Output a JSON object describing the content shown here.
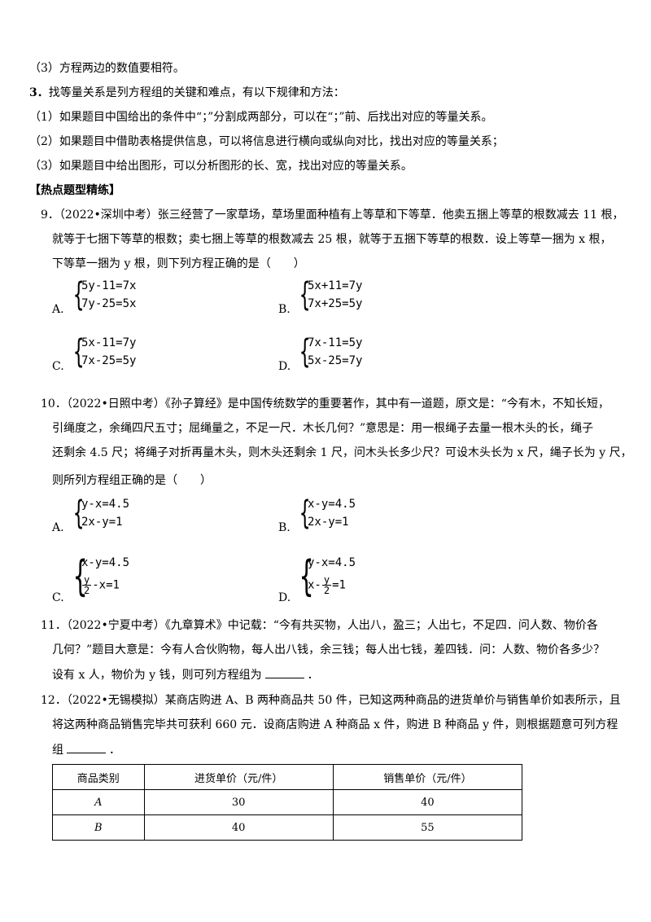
{
  "intro": {
    "line_3": "（3）方程两边的数值要相符。",
    "item3_num": "3．",
    "item3_text": "找等量关系是列方程组的关键和难点，有以下规律和方法：",
    "rule1": "（1）如果题目中国给出的条件中“；”分割成两部分，可以在“；”前、后找出对应的等量关系。",
    "rule2": "（2）如果题目中借助表格提供信息，可以将信息进行横向或纵向对比，找出对应的等量关系；",
    "rule3": "（3）如果题目中给出图形，可以分析图形的长、宽，找出对应的等量关系。",
    "section_heading": "【热点题型精练】"
  },
  "q9": {
    "number": "9．",
    "line1": "（2022•深圳中考）张三经营了一家草场，草场里面种植有上等草和下等草．他卖五捆上等草的根数减去 11 根，",
    "line2": "就等于七捆下等草的根数；卖七捆上等草的根数减去 25 根，就等于五捆下等草的根数．设上等草一捆为 x 根，",
    "line3": "下等草一捆为 y 根，则下列方程正确的是（　　）",
    "options": [
      {
        "label": "A.",
        "eq1": "5y-11=7x",
        "eq2": "7y-25=5x"
      },
      {
        "label": "B.",
        "eq1": "5x+11=7y",
        "eq2": "7x+25=5y"
      },
      {
        "label": "C.",
        "eq1": "5x-11=7y",
        "eq2": "7x-25=5y"
      },
      {
        "label": "D.",
        "eq1": "7x-11=5y",
        "eq2": "5x-25=7y"
      }
    ]
  },
  "q10": {
    "number": "10．",
    "line1": "（2022•日照中考）《孙子算经》是中国传统数学的重要著作，其中有一道题，原文是：“今有木，不知长短，",
    "line2": "引绳度之，余绳四尺五寸；屈绳量之，不足一尺．木长几何？”意思是：用一根绳子去量一根木头的长，绳子",
    "line3": "还剩余 4.5 尺；将绳子对折再量木头，则木头还剩余 1 尺，问木头长多少尺？可设木头长为 x 尺，绳子长为 y 尺，",
    "line4": "则所列方程组正确的是（　　）",
    "options": {
      "A": {
        "label": "A.",
        "eq1": "y-x=4.5",
        "eq2": "2x-y=1"
      },
      "B": {
        "label": "B.",
        "eq1": "x-y=4.5",
        "eq2": "2x-y=1"
      },
      "C": {
        "label": "C.",
        "eq1": "x-y=4.5",
        "eq2_num": "y",
        "eq2_den": "2",
        "eq2_tail": "-x=1"
      },
      "D": {
        "label": "D.",
        "eq1": "y-x=4.5",
        "eq2_head": "x-",
        "eq2_num": "y",
        "eq2_den": "2",
        "eq2_tail": "=1"
      }
    }
  },
  "q11": {
    "number": "11．",
    "line1": "（2022•宁夏中考）《九章算术》中记载：“今有共买物，人出八，盈三；人出七，不足四．问人数、物价各",
    "line2": "几何？”题目大意是：今有人合伙购物，每人出八钱，余三钱；每人出七钱，差四钱．问：人数、物价各多少？",
    "line3_pre": "设有 x 人，物价为 y 钱，则可列方程组为",
    "line3_post": "．"
  },
  "q12": {
    "number": "12．",
    "line1": "（2022•无锡模拟）某商店购进 A、B 两种商品共 50 件，已知这两种商品的进货单价与销售单价如表所示，且",
    "line2": "将这两种商品销售完毕共可获利 660 元．设商店购进 A 种商品 x 件，购进 B 种商品 y 件，则根据题意可列方程",
    "line3_pre": "组",
    "line3_post": "．",
    "table": {
      "headers": [
        "商品类别",
        "进货单价（元/件）",
        "销售单价（元/件）"
      ],
      "rows": [
        [
          "A",
          "30",
          "40"
        ],
        [
          "B",
          "40",
          "55"
        ]
      ]
    }
  }
}
